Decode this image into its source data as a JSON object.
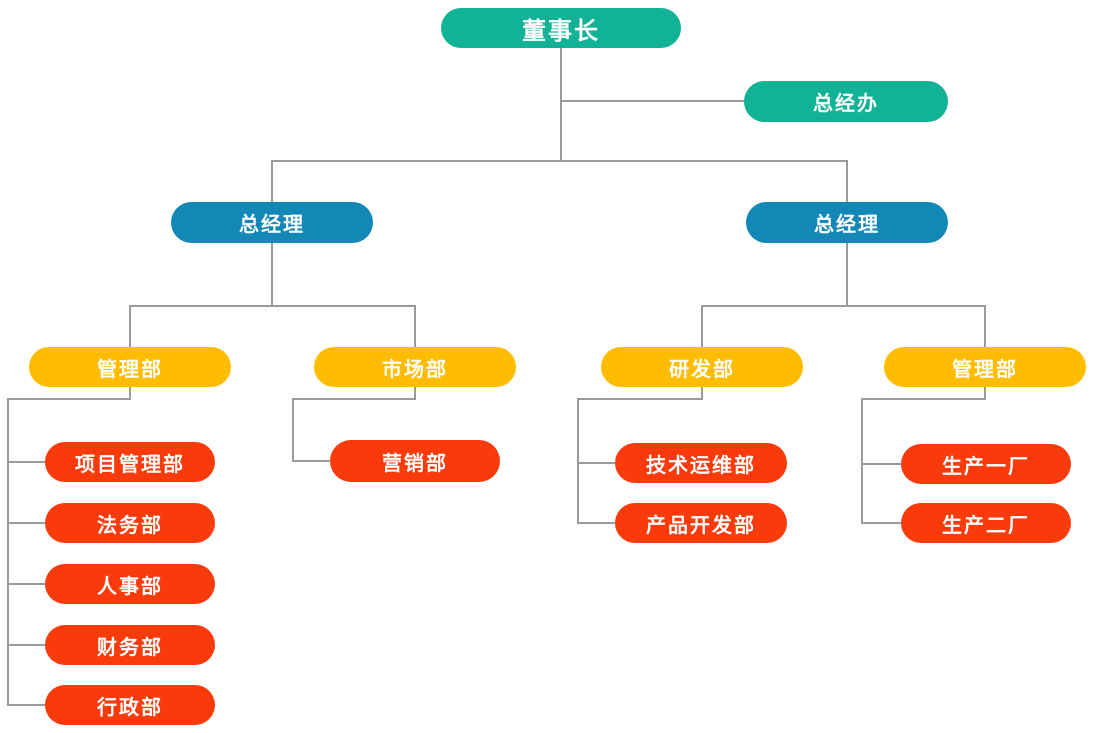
{
  "diagram": {
    "type": "org-chart",
    "background": "#ffffff",
    "line_color": "#9b9b9b",
    "colors": {
      "level1": "#12b296",
      "level2": "#1388b7",
      "level3": "#ffbc00",
      "level4": "#f93b0c"
    },
    "nodes": {
      "chairman": {
        "label": "董事长",
        "level": "level1"
      },
      "gm_office": {
        "label": "总经办",
        "level": "level1"
      },
      "gm_left": {
        "label": "总经理",
        "level": "level2"
      },
      "gm_right": {
        "label": "总经理",
        "level": "level2"
      },
      "mgmt_left": {
        "label": "管理部",
        "level": "level3"
      },
      "market": {
        "label": "市场部",
        "level": "level3"
      },
      "rnd": {
        "label": "研发部",
        "level": "level3"
      },
      "mgmt_right": {
        "label": "管理部",
        "level": "level3"
      },
      "project_mgmt": {
        "label": "项目管理部",
        "level": "level4"
      },
      "legal": {
        "label": "法务部",
        "level": "level4"
      },
      "hr": {
        "label": "人事部",
        "level": "level4"
      },
      "finance": {
        "label": "财务部",
        "level": "level4"
      },
      "admin": {
        "label": "行政部",
        "level": "level4"
      },
      "marketing": {
        "label": "营销部",
        "level": "level4"
      },
      "tech_ops": {
        "label": "技术运维部",
        "level": "level4"
      },
      "product_dev": {
        "label": "产品开发部",
        "level": "level4"
      },
      "plant1": {
        "label": "生产一厂",
        "level": "level4"
      },
      "plant2": {
        "label": "生产二厂",
        "level": "level4"
      }
    }
  }
}
